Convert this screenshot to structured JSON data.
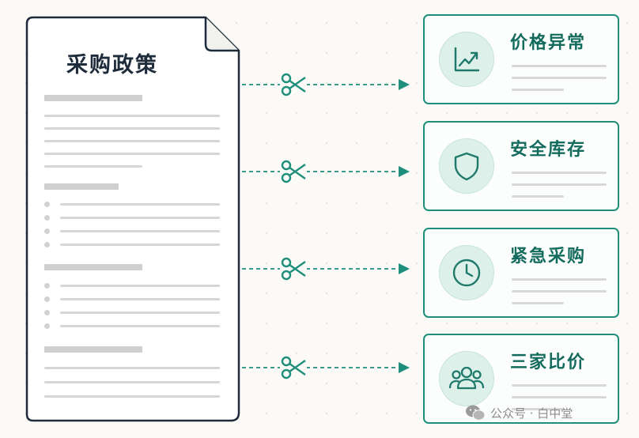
{
  "document": {
    "title": "采购政策"
  },
  "categories": [
    {
      "title": "价格异常",
      "icon": "trend-chart-icon"
    },
    {
      "title": "安全库存",
      "icon": "shield-icon"
    },
    {
      "title": "紧急采购",
      "icon": "clock-icon"
    },
    {
      "title": "三家比价",
      "icon": "people-group-icon"
    }
  ],
  "colors": {
    "accent": "#1f8f7c",
    "doc_outline": "#1e2b3a",
    "icon_bg": "#ddf0ea"
  },
  "watermark": {
    "text": "公众号 · 白中堂",
    "icon": "wechat-icon"
  }
}
